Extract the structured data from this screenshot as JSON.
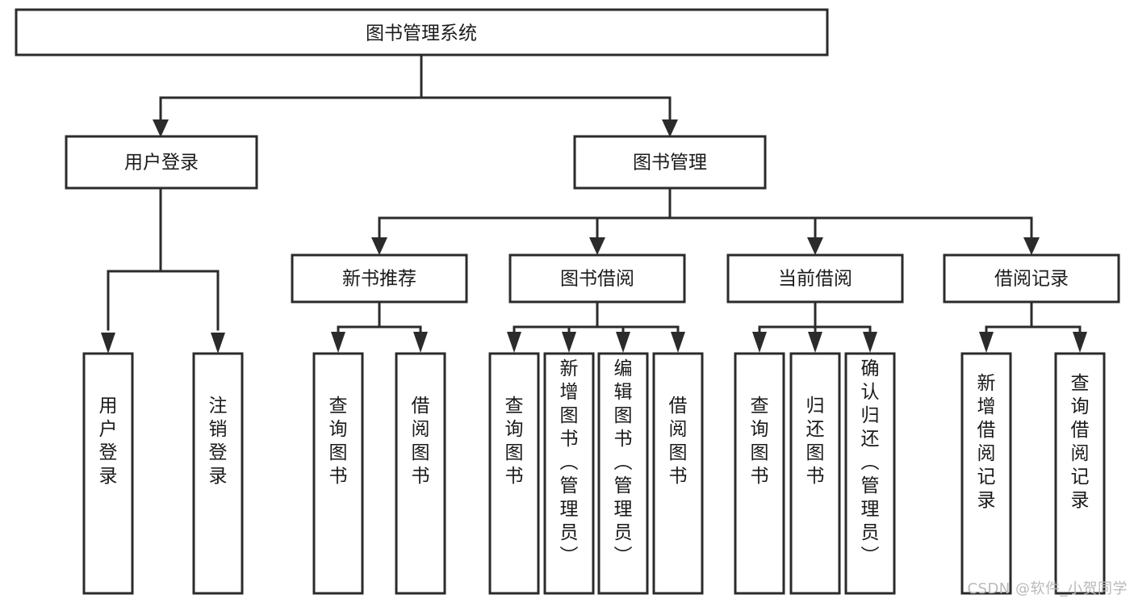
{
  "diagram": {
    "type": "tree-hierarchy",
    "title": "图书管理系统",
    "orientation": "top-down",
    "colors": {
      "box_stroke": "#2b2b2b",
      "box_fill": "#ffffff",
      "connector": "#2b2b2b",
      "text": "#1a1a1a",
      "watermark": "#b9b9b9",
      "background": "#ffffff"
    },
    "root": {
      "id": "root",
      "label": "图书管理系统"
    },
    "level1": [
      {
        "id": "user-login",
        "label": "用户登录"
      },
      {
        "id": "book-management",
        "label": "图书管理"
      }
    ],
    "level2": [
      {
        "id": "new-book-recommend",
        "label": "新书推荐",
        "parent": "book-management"
      },
      {
        "id": "book-borrow",
        "label": "图书借阅",
        "parent": "book-management"
      },
      {
        "id": "current-borrow",
        "label": "当前借阅",
        "parent": "book-management"
      },
      {
        "id": "borrow-record",
        "label": "借阅记录",
        "parent": "book-management"
      }
    ],
    "leaves": {
      "user-login": [
        {
          "id": "leaf-user-login",
          "label": "用户登录"
        },
        {
          "id": "leaf-logout",
          "label": "注销登录"
        }
      ],
      "new-book-recommend": [
        {
          "id": "leaf-query-book-1",
          "label": "查询图书"
        },
        {
          "id": "leaf-borrow-book-1",
          "label": "借阅图书"
        }
      ],
      "book-borrow": [
        {
          "id": "leaf-query-book-2",
          "label": "查询图书"
        },
        {
          "id": "leaf-add-book",
          "label": "新增图书（管理员）"
        },
        {
          "id": "leaf-edit-book",
          "label": "编辑图书（管理员）"
        },
        {
          "id": "leaf-borrow-book-2",
          "label": "借阅图书"
        }
      ],
      "current-borrow": [
        {
          "id": "leaf-query-book-3",
          "label": "查询图书"
        },
        {
          "id": "leaf-return-book",
          "label": "归还图书"
        },
        {
          "id": "leaf-confirm-return",
          "label": "确认归还（管理员）"
        }
      ],
      "borrow-record": [
        {
          "id": "leaf-add-record",
          "label": "新增借阅记录"
        },
        {
          "id": "leaf-query-record",
          "label": "查询借阅记录"
        }
      ]
    }
  },
  "watermark": {
    "text": "CSDN @软件_小贺同学"
  }
}
